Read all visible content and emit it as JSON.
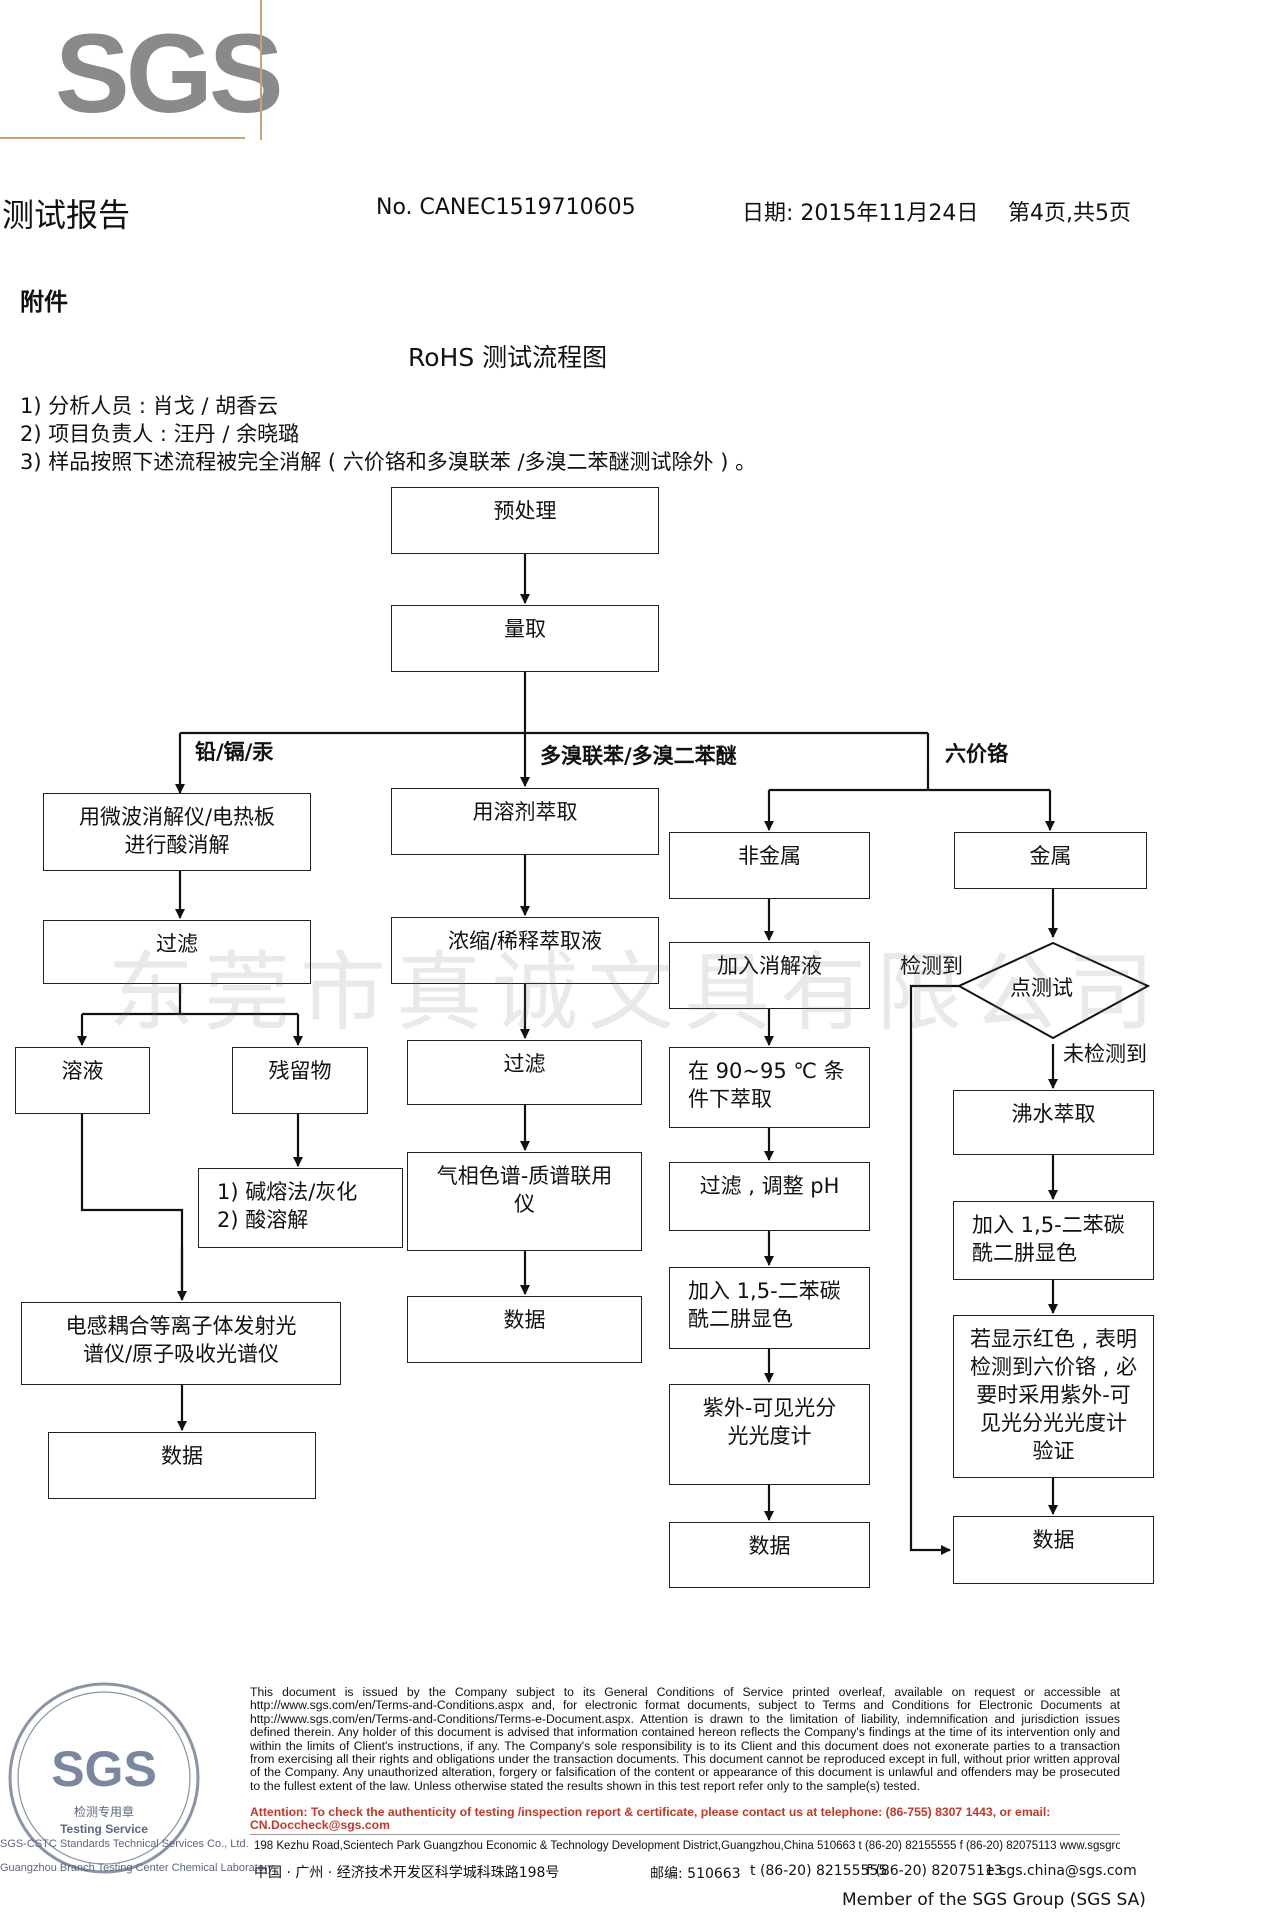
{
  "logo": {
    "text": "SGS"
  },
  "header": {
    "title": "测试报告",
    "report_no": "No. CANEC1519710605",
    "date": "日期: 2015年11月24日",
    "page": "第4页,共5页"
  },
  "section": {
    "label": "附件"
  },
  "flowchart": {
    "title": "RoHS 测试流程图",
    "notes": [
      "1) 分析人员 : 肖戈 / 胡香云",
      "2) 项目负责人 : 汪丹 / 余晓璐",
      "3) 样品按照下述流程被完全消解 ( 六价铬和多溴联苯 /多溴二苯醚测试除外 ) 。"
    ],
    "nodes": {
      "pretreat": "预处理",
      "measure": "量取",
      "pb_digest": "用微波消解仪/电热板\n进行酸消解",
      "pb_filter": "过滤",
      "pb_solution": "溶液",
      "pb_residue": "残留物",
      "pb_alkali": "1) 碱熔法/灰化\n2) 酸溶解",
      "pb_icp": "电感耦合等离子体发射光\n谱仪/原子吸收光谱仪",
      "pb_data": "数据",
      "pbb_extract": "用溶剂萃取",
      "pbb_concentrate": "浓缩/稀释萃取液",
      "pbb_filter": "过滤",
      "pbb_gcms": "气相色谱-质谱联用\n仪",
      "pbb_data": "数据",
      "cr_nonmetal": "非金属",
      "cr_add_digest": "加入消解液",
      "cr_extract_95": "在  90~95 ℃ 条\n件下萃取",
      "cr_filter_ph": "过滤 , 调整 pH",
      "cr_dpc_nm": "加入 1,5-二苯碳\n酰二肼显色",
      "cr_uv_nm": "紫外-可见光分\n光光度计",
      "cr_data_nm": "数据",
      "cr_metal": "金属",
      "cr_spot": "点测试",
      "cr_boil": "沸水萃取",
      "cr_dpc_m": "加入 1,5-二苯碳\n酰二肼显色",
      "cr_red": "若显示红色 , 表明\n检测到六价铬 , 必\n要时采用紫外-可\n见光分光光度计\n验证",
      "cr_data_m": "数据"
    },
    "edge_labels": {
      "branch_pb": "铅/镉/汞",
      "branch_pbb": "多溴联苯/多溴二苯醚",
      "branch_cr": "六价铬",
      "detected": "检测到",
      "not_detected": "未检测到"
    }
  },
  "watermark": "东莞市真诚文具有限公司",
  "footer": {
    "disclaimer": "This document is issued by the Company subject to its General Conditions of Service printed overleaf, available on request or accessible at http://www.sgs.com/en/Terms-and-Conditions.aspx and, for electronic format documents, subject to Terms and Conditions for Electronic Documents at http://www.sgs.com/en/Terms-and-Conditions/Terms-e-Document.aspx. Attention is drawn to the limitation of liability, indemnification and jurisdiction issues defined therein. Any holder of this document is advised that information contained hereon reflects the Company's findings at the time of its intervention only and within the limits of Client's instructions, if any. The Company's sole responsibility is to its Client and this document does not exonerate parties to a transaction from exercising all their rights and obligations under the transaction documents. This document cannot be reproduced except in full, without prior written approval of the Company. Any unauthorized alteration, forgery or falsification of the content or appearance of this document is unlawful and offenders may be prosecuted to the fullest extent of the law. Unless otherwise stated the results shown in this test report refer only to the sample(s) tested.",
    "attention": "Attention: To check the authenticity of testing /inspection report & certificate, please contact us at telephone: (86-755) 8307 1443, or email: CN.Doccheck@sgs.com",
    "address_en": "198 Kezhu Road,Scientech Park Guangzhou Economic & Technology Development District,Guangzhou,China  510663    t (86-20) 82155555   f (86-20) 82075113    www.sgsgroup.com.cn",
    "address_cn": "中国 · 广州 · 经济技术开发区科学城科珠路198号",
    "postcode": "邮编: 510663",
    "phone": "t (86-20) 82155555",
    "fax": "f (86-20) 82075113",
    "email": "e  sgs.china@sgs.com",
    "member": "Member of the SGS Group (SGS SA)"
  },
  "stamp": {
    "logo_text": "SGS",
    "line1": "检测专用章",
    "line2": "Testing Service",
    "caption1": "SGS-CSTC Standards Technical Services Co., Ltd.",
    "caption2": "Guangzhou Branch Testing Center Chemical Laboratory"
  },
  "colors": {
    "logo_gray": "#8a8a8a",
    "attention_red": "#c0392b",
    "line": "#222222"
  }
}
